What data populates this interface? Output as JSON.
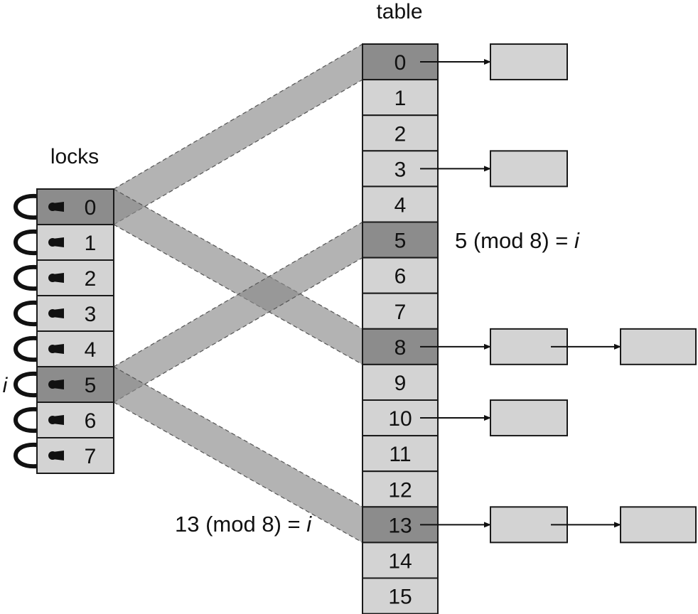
{
  "labels": {
    "table": "table",
    "locks": "locks",
    "i_marker": "i",
    "eq_top_prefix": "5 (mod 8) = ",
    "eq_bottom_prefix": "13 (mod 8) = ",
    "eq_var": "i"
  },
  "table": {
    "cells": [
      "0",
      "1",
      "2",
      "3",
      "4",
      "5",
      "6",
      "7",
      "8",
      "9",
      "10",
      "11",
      "12",
      "13",
      "14",
      "15"
    ],
    "highlighted": [
      0,
      5,
      8,
      13
    ]
  },
  "locks": {
    "cells": [
      "0",
      "1",
      "2",
      "3",
      "4",
      "5",
      "6",
      "7"
    ],
    "highlighted": [
      0,
      5
    ],
    "marked_lock": 5
  },
  "chains": [
    {
      "row": 0,
      "nodes": 1
    },
    {
      "row": 3,
      "nodes": 1
    },
    {
      "row": 8,
      "nodes": 2
    },
    {
      "row": 10,
      "nodes": 1
    },
    {
      "row": 13,
      "nodes": 2
    }
  ],
  "bands": [
    {
      "lock": 0,
      "row": 0
    },
    {
      "lock": 0,
      "row": 8
    },
    {
      "lock": 5,
      "row": 5
    },
    {
      "lock": 5,
      "row": 13
    }
  ],
  "colors": {
    "cell_fill": "#d3d3d3",
    "cell_highlight": "#8c8c8c",
    "stroke": "#1a1a1a",
    "band": "#8a8a8a",
    "node_fill": "#d3d3d3"
  }
}
